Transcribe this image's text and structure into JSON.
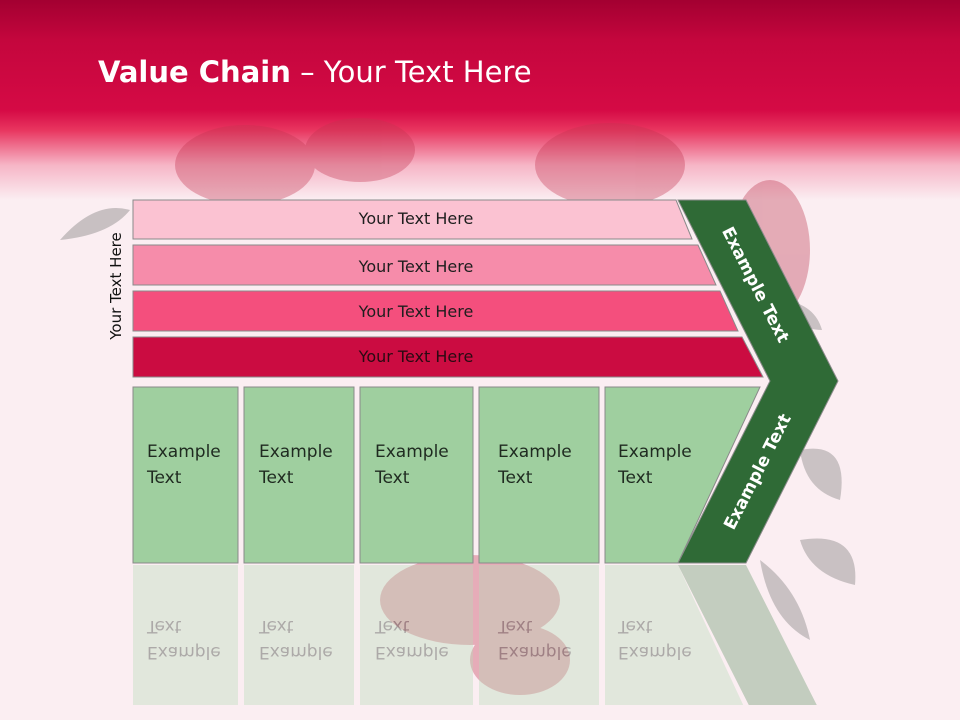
{
  "slide": {
    "title_bold": "Value Chain",
    "title_rest": " – Your Text Here"
  },
  "side_label": "Your Text Here",
  "bars": [
    {
      "label": "Your Text Here",
      "color": "#fbc2d2"
    },
    {
      "label": "Your Text Here",
      "color": "#f68caa"
    },
    {
      "label": "Your Text Here",
      "color": "#f44f7d"
    },
    {
      "label": "Your Text Here",
      "color": "#cb0c41"
    }
  ],
  "boxes": [
    {
      "line1": "Example",
      "line2": "Text"
    },
    {
      "line1": "Example",
      "line2": "Text"
    },
    {
      "line1": "Example",
      "line2": "Text"
    },
    {
      "line1": "Example",
      "line2": "Text"
    },
    {
      "line1": "Example",
      "line2": "Text"
    }
  ],
  "chevron": {
    "upper_label": "Example Text",
    "lower_label": "Example Text",
    "color": "#2f6a36"
  },
  "colors": {
    "header": "#d50a45",
    "box_fill": "#9fcf9f",
    "background": "#fbeef2"
  }
}
